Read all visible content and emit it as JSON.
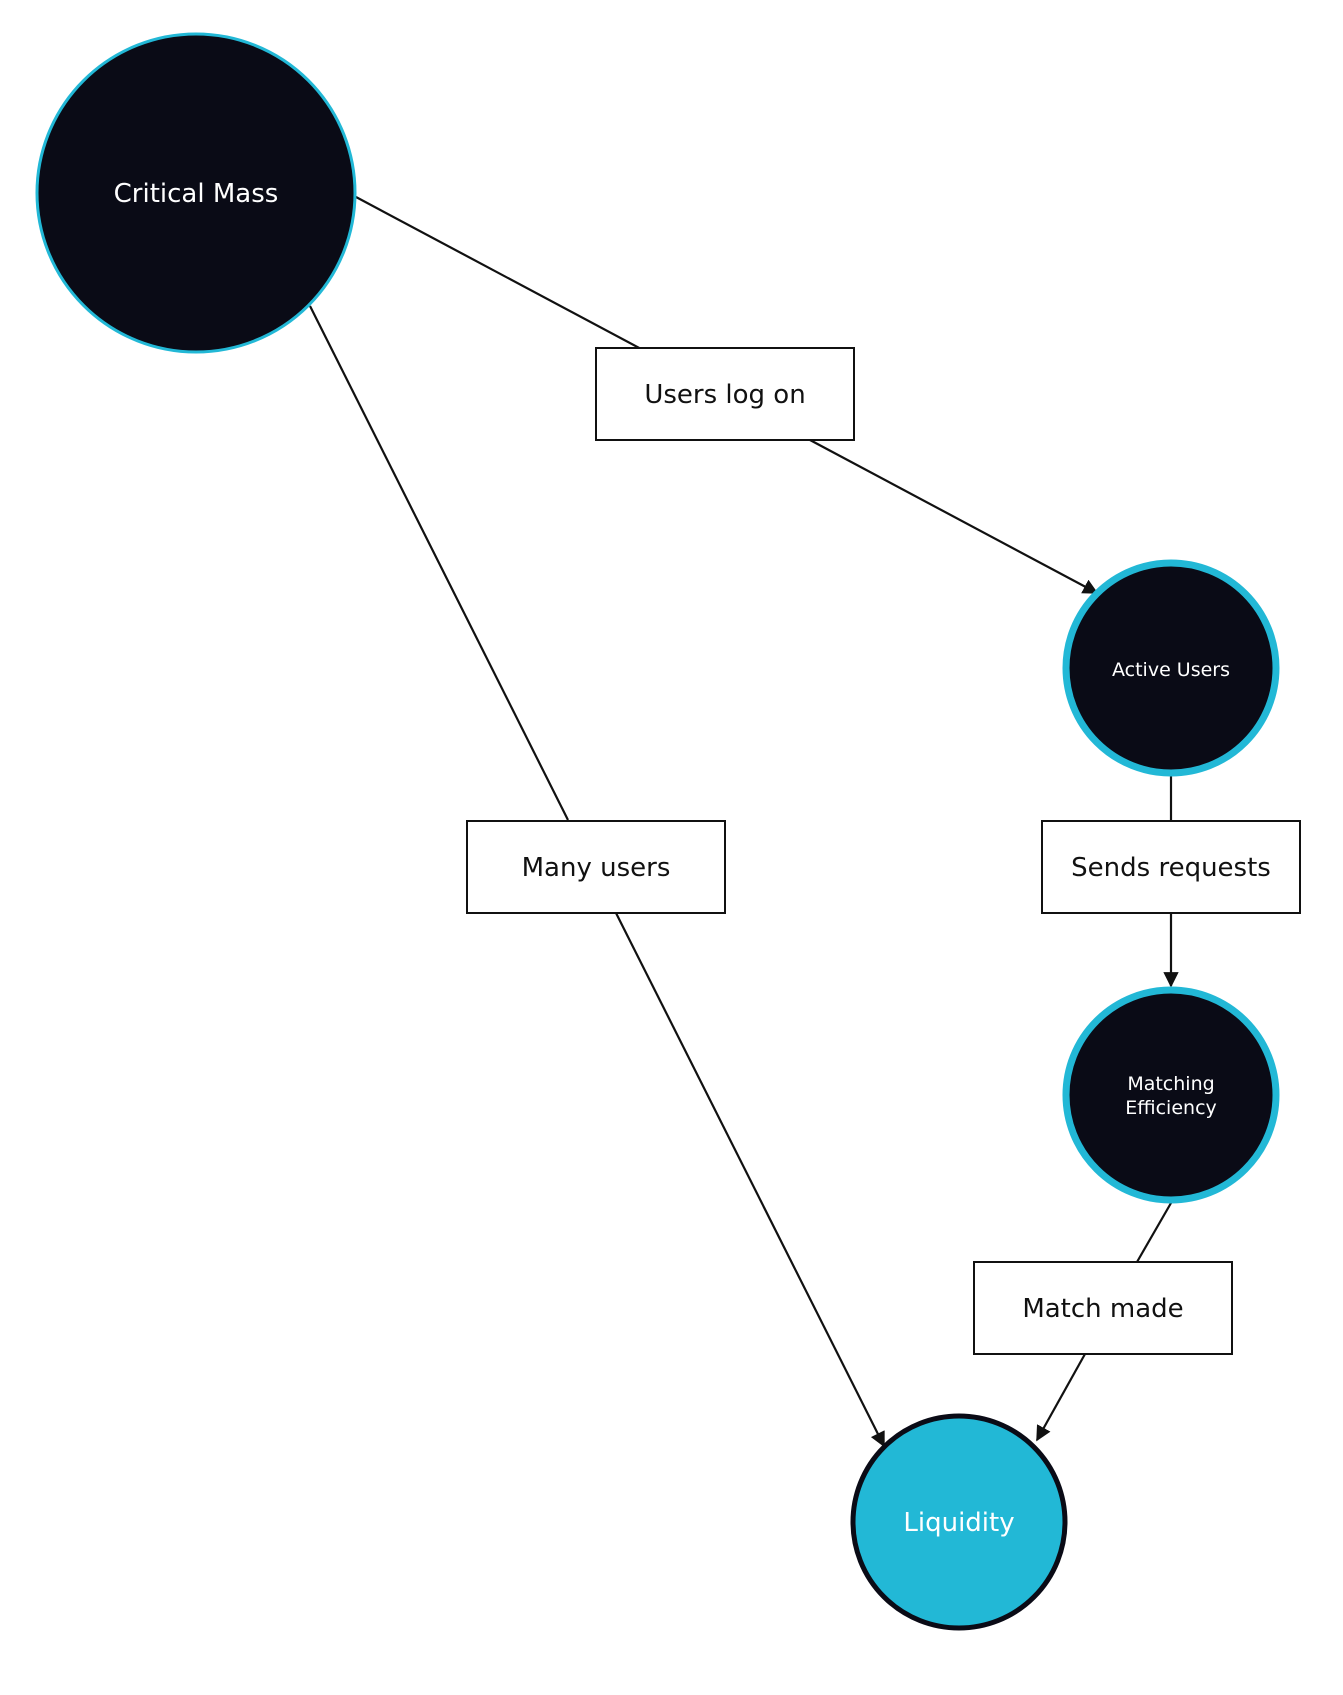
{
  "colors": {
    "background": "#ffffff",
    "dark_node_fill": "#0a0b16",
    "accent": "#22b8d6",
    "line": "#111111",
    "node_text": "#ffffff",
    "box_text": "#111111"
  },
  "nodes": {
    "critical_mass": {
      "label": "Critical Mass"
    },
    "active_users": {
      "label": "Active Users"
    },
    "matching_efficiency": {
      "label_line1": "Matching",
      "label_line2": "Efficiency"
    },
    "liquidity": {
      "label": "Liquidity"
    }
  },
  "edges": {
    "users_log_on": {
      "label": "Users log on"
    },
    "many_users": {
      "label": "Many users"
    },
    "sends_requests": {
      "label": "Sends requests"
    },
    "match_made": {
      "label": "Match made"
    }
  }
}
